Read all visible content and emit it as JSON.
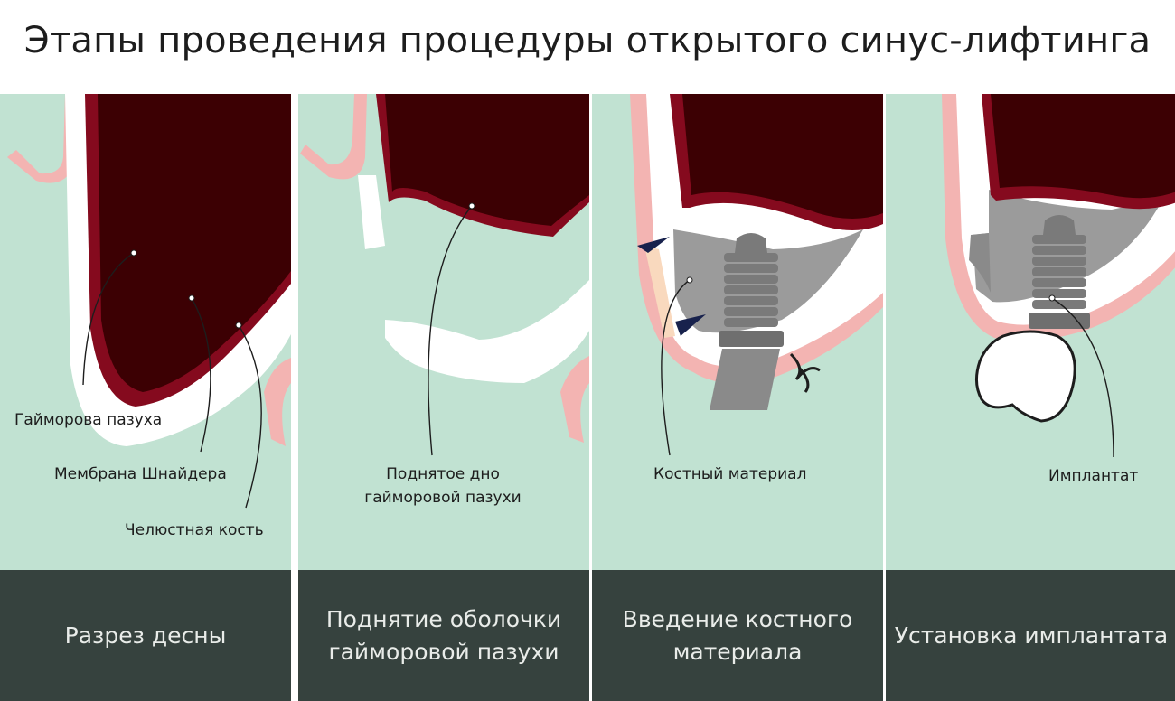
{
  "title": "Этапы проведения процедуры открытого синус-лифтинга",
  "colors": {
    "background_mint": "#c1e2d2",
    "footer_dark": "#36423e",
    "sinus_dark": "#3c0003",
    "sinus_rim": "#850a1e",
    "bone_white": "#ffffff",
    "gum_pink": "#f3b4b2",
    "graft_gray": "#9b9b9b",
    "implant_gray": "#6f6f6f",
    "bone_material": "#f9d9be",
    "instrument_navy": "#18224d"
  },
  "panels": [
    {
      "caption": "Разрез десны",
      "labels": [
        "Гайморова пазуха",
        "Мембрана Шнайдера",
        "Челюстная кость"
      ]
    },
    {
      "caption_line1": "Поднятие оболочки",
      "caption_line2": "гайморовой пазухи",
      "label_line1": "Поднятое дно",
      "label_line2": "гайморовой пазухи"
    },
    {
      "caption_line1": "Введение костного",
      "caption_line2": "материала",
      "label": "Костный материал"
    },
    {
      "caption": "Установка имплантата",
      "label": "Имплантат"
    }
  ]
}
